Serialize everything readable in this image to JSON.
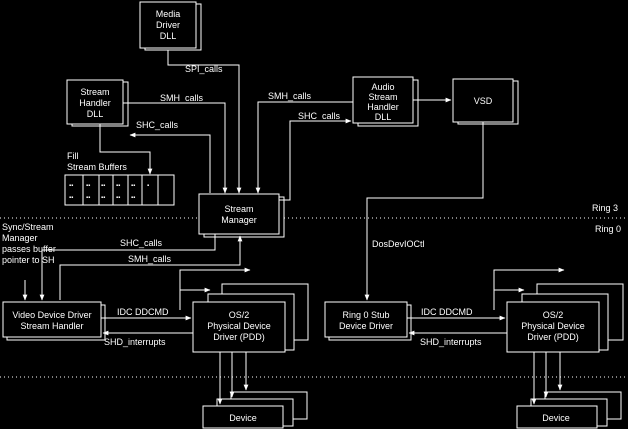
{
  "boxes": {
    "media_driver": [
      "Media",
      "Driver",
      "DLL"
    ],
    "stream_handler_dll": [
      "Stream",
      "Handler",
      "DLL"
    ],
    "audio_stream_handler": [
      "Audio",
      "Stream",
      "Handler",
      "DLL"
    ],
    "vsd": "VSD",
    "stream_manager": [
      "Stream",
      "Manager"
    ],
    "video_device_driver": [
      "Video Device Driver",
      "Stream Handler"
    ],
    "pdd_left": [
      "OS/2",
      "Physical Device",
      "Driver (PDD)"
    ],
    "ring0_stub": [
      "Ring 0 Stub",
      "Device Driver"
    ],
    "pdd_right": [
      "OS/2",
      "Physical Device",
      "Driver (PDD)"
    ],
    "device_left": "Device",
    "device_right": "Device"
  },
  "labels": {
    "spi_calls": "SPI_calls",
    "smh_calls_1": "SMH_calls",
    "shc_calls_1": "SHC_calls",
    "smh_calls_2": "SMH_calls",
    "shc_calls_2": "SHC_calls",
    "fill_buffers": [
      "Fill",
      "Stream Buffers"
    ],
    "ring3": "Ring 3",
    "ring0": "Ring 0",
    "sync_note": [
      "Sync/Stream",
      "Manager",
      "passes buffer",
      "pointer to SH"
    ],
    "shc_calls_3": "SHC_calls",
    "smh_calls_3": "SMH_calls",
    "dosdev": "DosDevIOCtl",
    "idc_left": "IDC DDCMD",
    "shd_left": "SHD_interrupts",
    "idc_right": "IDC DDCMD",
    "shd_right": "SHD_interrupts"
  }
}
